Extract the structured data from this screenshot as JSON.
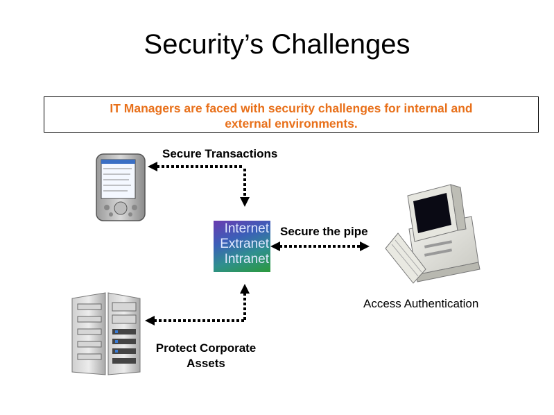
{
  "slide": {
    "title": "Security’s Challenges",
    "callout": {
      "line1": "IT Managers are faced with security challenges for internal and",
      "line2": "external environments."
    }
  },
  "diagram": {
    "labels": {
      "secure_transactions": "Secure Transactions",
      "secure_pipe": "Secure the pipe",
      "access_authentication": "Access Authentication",
      "protect_line1": "Protect Corporate",
      "protect_line2": "Assets"
    },
    "network_box": {
      "line1": "Internet",
      "line2": "Extranet",
      "line3": "Intranet"
    },
    "icons": [
      "pda-icon",
      "desktop-computer-icon",
      "server-rack-icon"
    ],
    "colors": {
      "callout_text": "#e8701a",
      "network_gradient_start": "#6a3bb0",
      "network_gradient_end": "#2b9a3c"
    }
  }
}
